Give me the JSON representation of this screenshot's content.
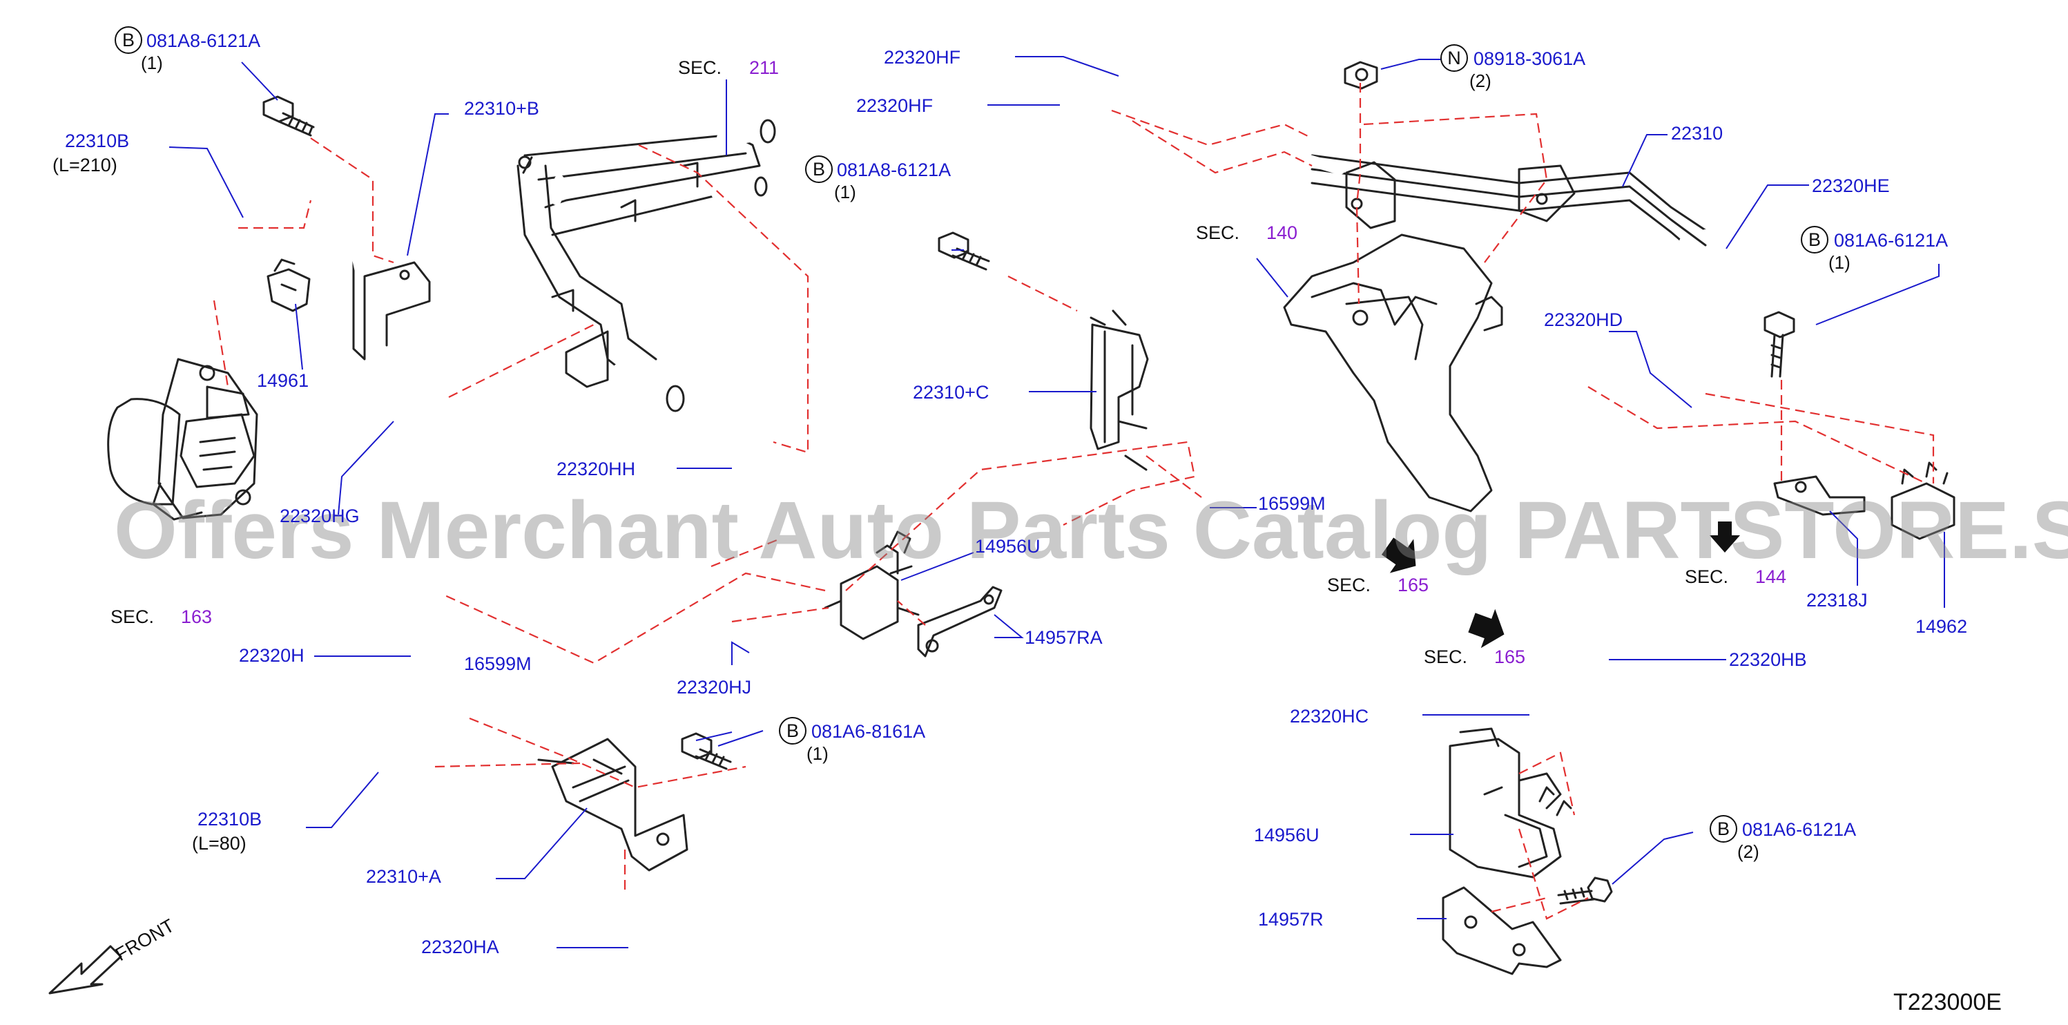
{
  "callouts": {
    "bolt_top_left": {
      "prefix": "B",
      "part": "081A8-6121A",
      "qty": "(1)"
    },
    "bolt_mid": {
      "prefix": "B",
      "part": "081A8-6121A",
      "qty": "(1)"
    },
    "bolt_lower": {
      "prefix": "B",
      "part": "081A6-8161A",
      "qty": "(1)"
    },
    "nut_top_right": {
      "prefix": "N",
      "part": "08918-3061A",
      "qty": "(2)"
    },
    "bolt_right": {
      "prefix": "B",
      "part": "081A6-6121A",
      "qty": "(1)"
    },
    "bolt_bottom_right": {
      "prefix": "B",
      "part": "081A6-6121A",
      "qty": "(2)"
    }
  },
  "labels": {
    "p22310B_top": "22310B",
    "p22310B_top_len": "(L=210)",
    "p22310_B": "22310+B",
    "p14961": "14961",
    "p22320HG": "22320HG",
    "p22320HH": "22320HH",
    "p22320HF_1": "22320HF",
    "p22320HF_2": "22320HF",
    "p22310_C": "22310+C",
    "p16599M_mid": "16599M",
    "p14956U_mid": "14956U",
    "p14957RA": "14957RA",
    "p22320HJ": "22320HJ",
    "p22320H": "22320H",
    "p16599M_low": "16599M",
    "p22310B_low": "22310B",
    "p22310B_low_len": "(L=80)",
    "p22310_A": "22310+A",
    "p22320HA": "22320HA",
    "p22310": "22310",
    "p22320HE": "22320HE",
    "p22320HD": "22320HD",
    "p22318J": "22318J",
    "p14962": "14962",
    "p22320HB": "22320HB",
    "p22320HC": "22320HC",
    "p14956U": "14956U",
    "p14957R": "14957R"
  },
  "sections": {
    "sec211": {
      "text": "SEC.",
      "num": "211"
    },
    "sec163": {
      "text": "SEC.",
      "num": "163"
    },
    "sec140": {
      "text": "SEC.",
      "num": "140"
    },
    "sec165_a": {
      "text": "SEC.",
      "num": "165"
    },
    "sec165_b": {
      "text": "SEC.",
      "num": "165"
    },
    "sec144": {
      "text": "SEC.",
      "num": "144"
    }
  },
  "front_label": "FRONT",
  "diagram_code": "T223000E",
  "watermark": "Offers Merchant Auto Parts Catalog PARTSTORE.SA",
  "colors": {
    "part_label": "#1a1acc",
    "section_ref": "#8a1ed0",
    "leader_dash": "#e23030",
    "line_art": "#222222"
  }
}
